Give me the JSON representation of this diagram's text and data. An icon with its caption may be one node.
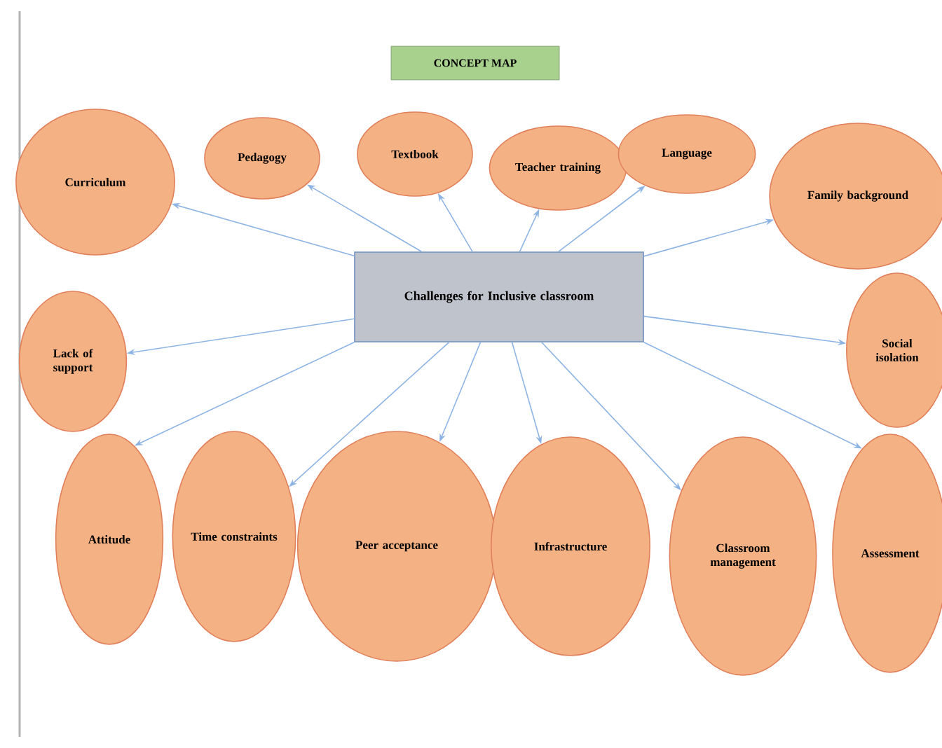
{
  "diagram": {
    "title": "CONCEPT MAP",
    "nodes": [
      {
        "text": [
          "Curriculum"
        ]
      },
      {
        "text": [
          "Pedagogy"
        ]
      },
      {
        "text": [
          "Textbook"
        ]
      },
      {
        "text": [
          "Teacher training"
        ]
      },
      {
        "text": [
          "Language"
        ]
      },
      {
        "text": [
          "Family background"
        ]
      },
      {
        "text": [
          "Challenges for Inclusive classroom"
        ]
      },
      {
        "text": [
          "Lack of support"
        ]
      },
      {
        "text": [
          "Social isolation"
        ]
      },
      {
        "text": [
          "Attitude"
        ]
      },
      {
        "text": [
          "Time constraints"
        ]
      },
      {
        "text": [
          "Peer acceptance"
        ]
      },
      {
        "text": [
          "Infrastructure"
        ]
      },
      {
        "text": [
          "Classroom management"
        ]
      },
      {
        "text": [
          "Assessment"
        ]
      }
    ],
    "edges": [
      {
        "from": 6,
        "to": 0,
        "arrow": "to"
      },
      {
        "from": 6,
        "to": 1,
        "arrow": "to"
      },
      {
        "from": 6,
        "to": 2,
        "arrow": "to"
      },
      {
        "from": 6,
        "to": 3,
        "arrow": "to"
      },
      {
        "from": 6,
        "to": 4,
        "arrow": "to"
      },
      {
        "from": 6,
        "to": 5,
        "arrow": "to"
      },
      {
        "from": 6,
        "to": 7,
        "arrow": "to"
      },
      {
        "from": 6,
        "to": 8,
        "arrow": "to"
      },
      {
        "from": 6,
        "to": 9,
        "arrow": "to"
      },
      {
        "from": 6,
        "to": 10,
        "arrow": "to"
      },
      {
        "from": 6,
        "to": 11,
        "arrow": "to"
      },
      {
        "from": 6,
        "to": 12,
        "arrow": "to"
      },
      {
        "from": 6,
        "to": 13,
        "arrow": "to"
      },
      {
        "from": 6,
        "to": 14,
        "arrow": "to"
      }
    ]
  }
}
